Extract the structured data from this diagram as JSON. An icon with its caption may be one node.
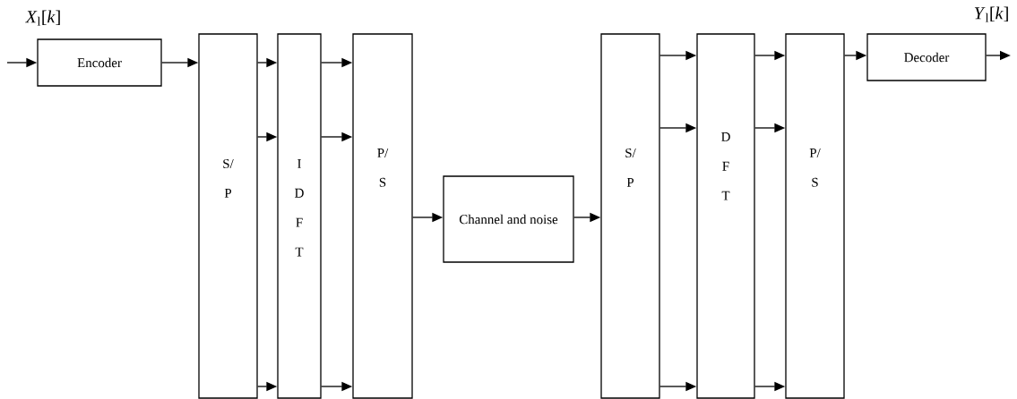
{
  "diagram": {
    "nodes": [
      {
        "text": [
          "Encoder"
        ]
      },
      {
        "text": [
          "S/ P"
        ]
      },
      {
        "text": [
          "I D F T"
        ]
      },
      {
        "text": [
          "P/ S"
        ]
      },
      {
        "text": [
          "Channel and noise"
        ]
      },
      {
        "text": [
          "S/ P"
        ]
      },
      {
        "text": [
          "D F T"
        ]
      },
      {
        "text": [
          "P/ S"
        ]
      },
      {
        "text": [
          "Decoder"
        ]
      }
    ],
    "edges": [
      {
        "from": null,
        "to": 0,
        "arrow": "to"
      },
      {
        "from": 0,
        "to": 1,
        "arrow": "to"
      },
      {
        "from": 1,
        "to": 2,
        "arrow": "to"
      },
      {
        "from": 1,
        "to": 2,
        "arrow": "to"
      },
      {
        "from": 1,
        "to": 2,
        "arrow": "to"
      },
      {
        "from": 2,
        "to": 3,
        "arrow": "to"
      },
      {
        "from": 2,
        "to": 3,
        "arrow": "to"
      },
      {
        "from": 2,
        "to": 3,
        "arrow": "to"
      },
      {
        "from": 3,
        "to": 4,
        "arrow": "to"
      },
      {
        "from": 4,
        "to": 5,
        "arrow": "to"
      },
      {
        "from": 5,
        "to": 6,
        "arrow": "to"
      },
      {
        "from": 5,
        "to": 6,
        "arrow": "to"
      },
      {
        "from": 5,
        "to": 6,
        "arrow": "to"
      },
      {
        "from": 6,
        "to": 7,
        "arrow": "to"
      },
      {
        "from": 6,
        "to": 7,
        "arrow": "to"
      },
      {
        "from": 6,
        "to": 7,
        "arrow": "to"
      },
      {
        "from": 7,
        "to": 8,
        "arrow": "to"
      },
      {
        "from": 8,
        "to": null,
        "arrow": "to"
      }
    ],
    "labels": [
      "*X*$_{l}$[*k*]",
      "*Y*$_{l}$[*k*]"
    ]
  }
}
